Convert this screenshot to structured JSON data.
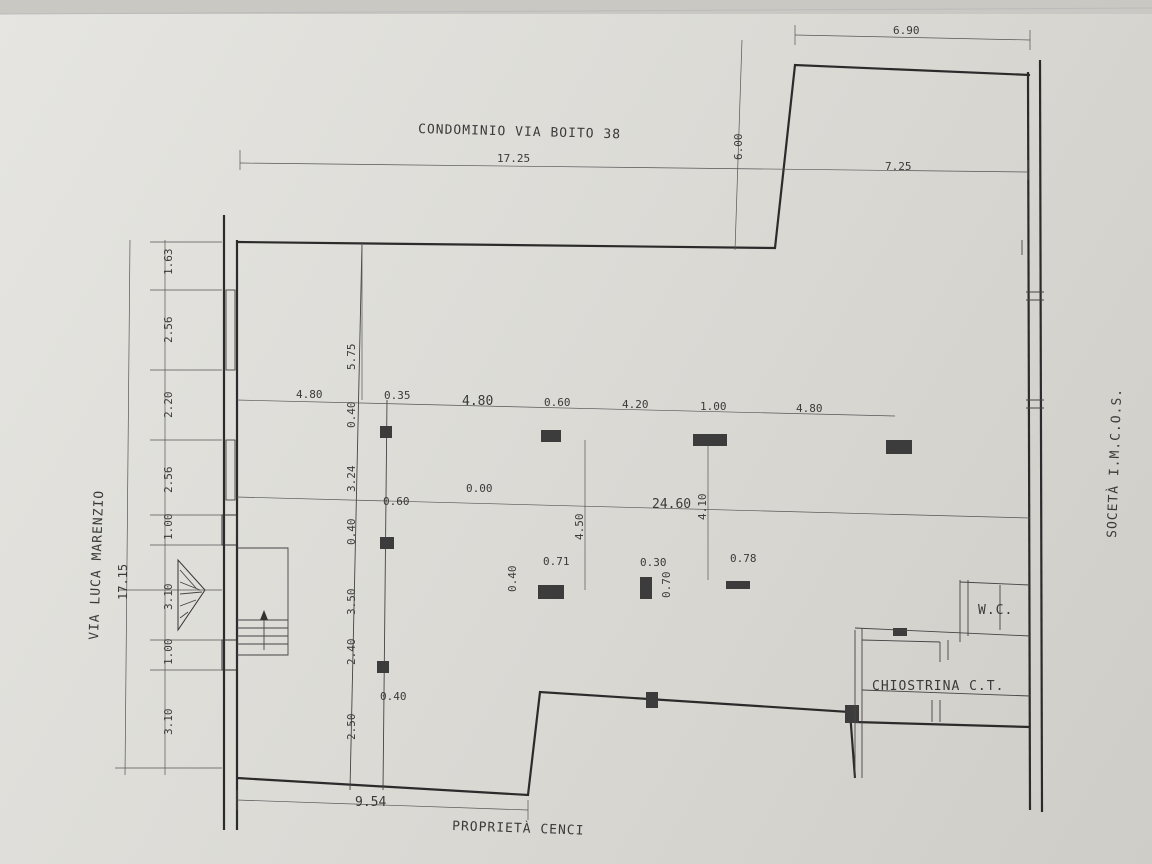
{
  "labels": {
    "condominio": "CONDOMINIO VIA BOITO 38",
    "via_luca": "VIA LUCA MARENZIO",
    "societa": "SOCETÀ I.M.C.O.S.",
    "proprieta": "PROPRIETÀ CENCI",
    "chiostrina": "CHIOSTRINA C.T.",
    "wc": "W.C."
  },
  "dims": {
    "d_690": "6.90",
    "d_1725": "17.25",
    "d_725": "7.25",
    "d_600": "6.00",
    "d_575": "5.75",
    "d_480a": "4.80",
    "d_035": "0.35",
    "d_480b": "4.80",
    "d_060a": "0.60",
    "d_420": "4.20",
    "d_100a": "1.00",
    "d_480c": "4.80",
    "d_040a": "0.40",
    "d_324": "3.24",
    "d_060b": "0.60",
    "d_000": "0.00",
    "d_2460": "24.60",
    "d_450": "4.50",
    "d_410": "4.10",
    "d_040b": "0.40",
    "d_350a": "3.50",
    "d_240": "2.40",
    "d_040c": "0.40",
    "d_250": "2.50",
    "d_954": "9.54",
    "d_071": "0.71",
    "d_040d": "0.40",
    "d_030": "0.30",
    "d_070": "0.70",
    "d_078": "0.78",
    "d_163": "1.63",
    "d_256a": "2.56",
    "d_220": "2.20",
    "d_256b": "2.56",
    "d_100b": "1.00",
    "d_310a": "3.10",
    "d_100c": "1.00",
    "d_310b": "3.10",
    "d_1715": "17.15"
  }
}
